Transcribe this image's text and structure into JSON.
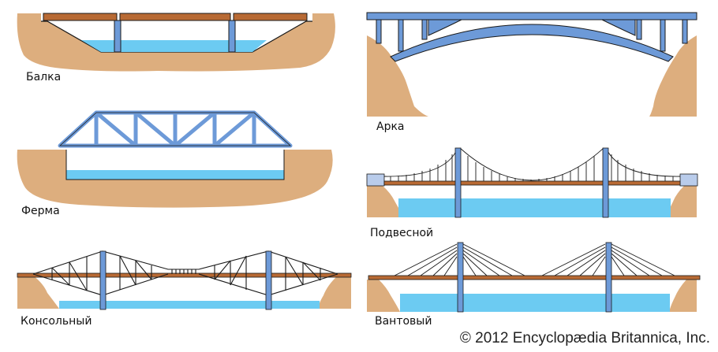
{
  "colors": {
    "earth": "#DDAE7E",
    "earth_hatch": "#B57A4F",
    "water": "#6CCBF2",
    "steel": "#6D9AD8",
    "deck": "#B86A34",
    "outline": "#1a1a1a",
    "abutment": "#B9CCEB"
  },
  "bridges": [
    {
      "id": "beam",
      "label": "Балка"
    },
    {
      "id": "truss",
      "label": "Ферма"
    },
    {
      "id": "cantilever",
      "label": "Консольный"
    },
    {
      "id": "arch",
      "label": "Арка"
    },
    {
      "id": "suspension",
      "label": "Подвесной"
    },
    {
      "id": "cable-stayed",
      "label": "Вантовый"
    }
  ],
  "credit": "© 2012 Encyclopædia Britannica, Inc."
}
